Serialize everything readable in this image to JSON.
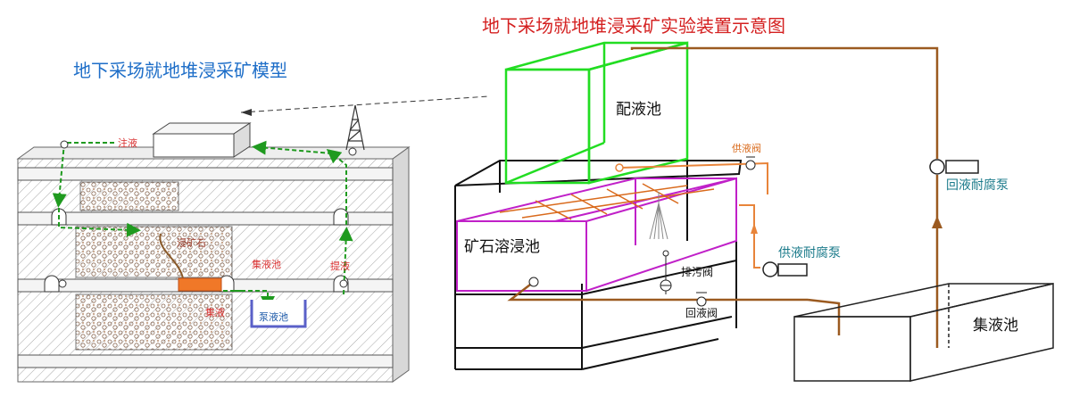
{
  "titles": {
    "main": "地下采场就地堆浸采矿实验装置示意图",
    "model": "地下采场就地堆浸采矿模型"
  },
  "labels": {
    "mixing_tank": "配液池",
    "leach_tank": "矿石溶浸池",
    "supply_valve": "供液阀",
    "supply_pump": "供液耐腐泵",
    "return_pump": "回液耐腐泵",
    "drain_valve": "排污阀",
    "return_valve": "回液阀",
    "collect_tank": "集液池",
    "inject": "注液",
    "ore_label": "浸矿石",
    "collect_left": "集液池",
    "lift": "提液",
    "collect_small": "集液",
    "pump_tank": "泵液池"
  },
  "colors": {
    "main_title": "#d42020",
    "model_title": "#1e6ec8",
    "pipe": "#9b5a20",
    "mixing_tank": "#22dd22",
    "leach_tank": "#c020c8",
    "inject_arrow": "#1f9a1f",
    "orange_label": "#d96a1c",
    "pump_label": "#1a7a8a",
    "supply_pipe": "#e8843a"
  }
}
